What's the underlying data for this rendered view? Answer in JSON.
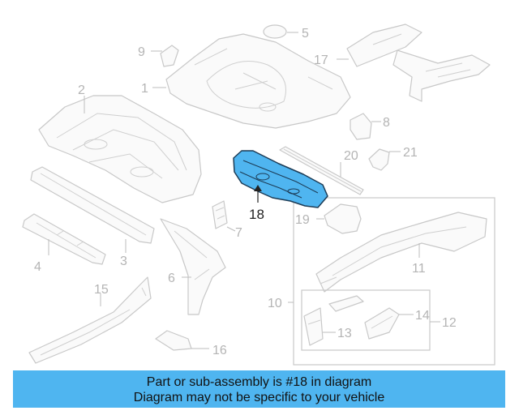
{
  "callouts": {
    "c1": "1",
    "c2": "2",
    "c3": "3",
    "c4": "4",
    "c5": "5",
    "c6": "6",
    "c7": "7",
    "c8": "8",
    "c9": "9",
    "c10": "10",
    "c11": "11",
    "c12": "12",
    "c13": "13",
    "c14": "14",
    "c15": "15",
    "c16": "16",
    "c17": "17",
    "c18": "18",
    "c19": "19",
    "c20": "20",
    "c21": "21"
  },
  "highlight_part": "18",
  "colors": {
    "highlight": "#4fb5f0",
    "outline": "#c8c8c8",
    "callout_text": "#b4b4b4"
  },
  "banner": {
    "line1": "Part or sub-assembly is #18 in diagram",
    "line2": "Diagram may not be specific to your vehicle"
  }
}
